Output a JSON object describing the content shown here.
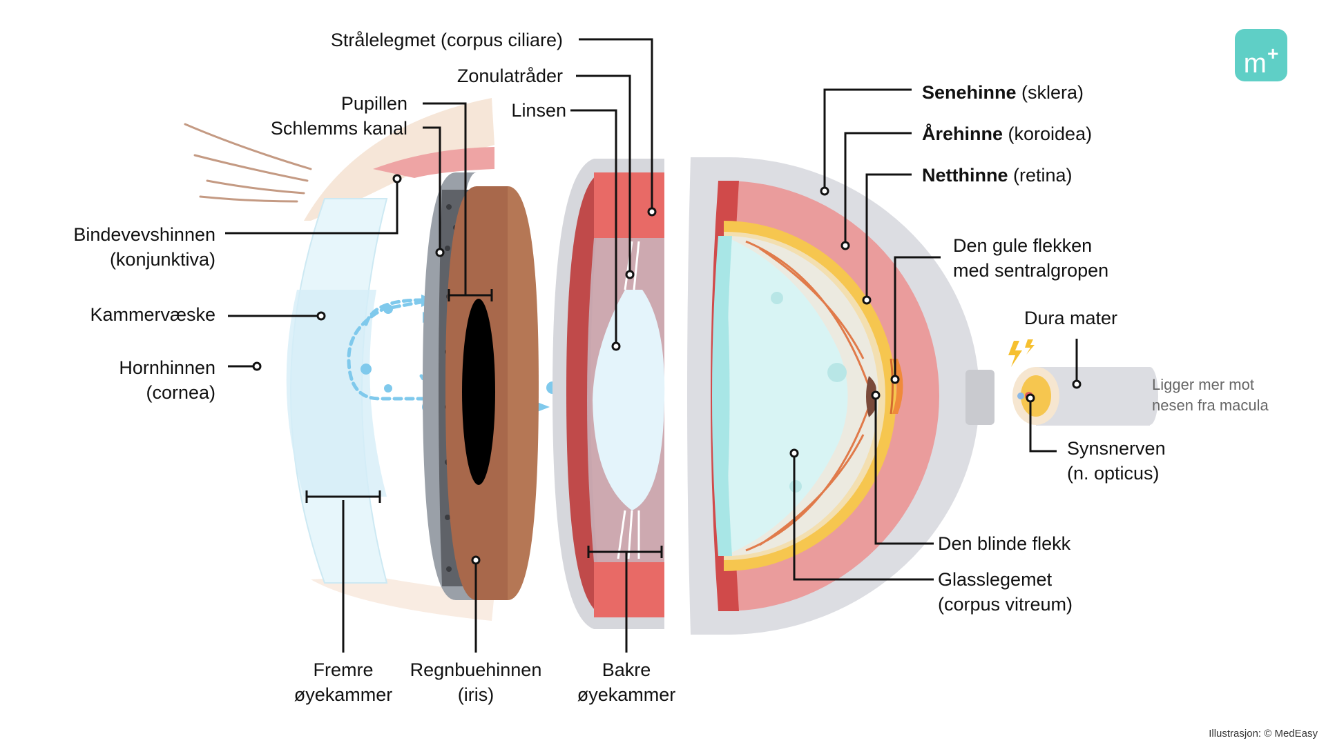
{
  "labels": {
    "stralelegmet": "Strålelegmet (corpus ciliare)",
    "zonula": "Zonulatråder",
    "linsen": "Linsen",
    "pupillen": "Pupillen",
    "schlemm": "Schlemms kanal",
    "bindevev_1": "Bindevevshinnen",
    "bindevev_2": "(konjunktiva)",
    "kammervaeske": "Kammervæske",
    "hornhinnen_1": "Hornhinnen",
    "hornhinnen_2": "(cornea)",
    "senehinne_bold": "Senehinne",
    "senehinne_rest": " (sklera)",
    "arehinne_bold": "Årehinne",
    "arehinne_rest": " (koroidea)",
    "netthinne_bold": "Netthinne",
    "netthinne_rest": " (retina)",
    "gule_1": "Den gule flekken",
    "gule_2": "med sentralgropen",
    "dura": "Dura mater",
    "synsnerven_1": "Synsnerven",
    "synsnerven_2": "(n. opticus)",
    "blinde": "Den blinde flekk",
    "glass_1": "Glasslegemet",
    "glass_2": "(corpus vitreum)",
    "fremre_1": "Fremre",
    "fremre_2": "øyekammer",
    "regnbue_1": "Regnbuehinnen",
    "regnbue_2": "(iris)",
    "bakre_1": "Bakre",
    "bakre_2": "øyekammer"
  },
  "note": {
    "line1": "Ligger mer mot",
    "line2": "nesen fra macula"
  },
  "credit": "Illustrasjon: © MedEasy",
  "logo": {
    "text": "m",
    "plus": "+"
  },
  "colors": {
    "cornea": "#e3f5fb",
    "iris": "#a8684b",
    "sclera": "#dcdde2",
    "choroid": "#ea9c9c",
    "retina": "#f6c64f",
    "vitreous": "#a8e6e6",
    "fluid_arrow": "#7fc9ec",
    "ciliary": "#e86a66",
    "skin": "#f6e6d8",
    "logo": "#5fcfc6"
  }
}
